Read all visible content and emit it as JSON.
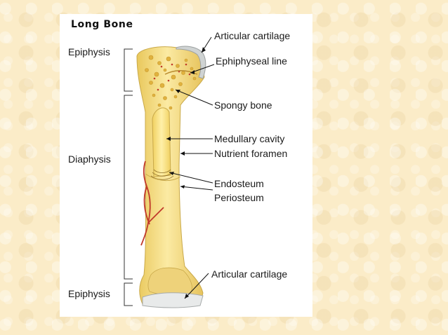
{
  "diagram": {
    "title": "Long Bone",
    "regions": {
      "epiphysis_top": "Epiphysis",
      "diaphysis": "Diaphysis",
      "epiphysis_bottom": "Epiphysis"
    },
    "labels": {
      "articular_cartilage_top": "Articular cartilage",
      "epiphyseal_line": "Ephiphyseal line",
      "spongy_bone": "Spongy bone",
      "medullary_cavity": "Medullary cavity",
      "nutrient_foramen": "Nutrient foramen",
      "endosteum": "Endosteum",
      "periosteum": "Periosteum",
      "articular_cartilage_bottom": "Articular cartilage"
    },
    "colors": {
      "page_background": "#fbecc8",
      "panel": "#ffffff",
      "bone": "#f3df8a",
      "cartilage": "#d9dcdc",
      "vessel": "#c0392b"
    }
  }
}
